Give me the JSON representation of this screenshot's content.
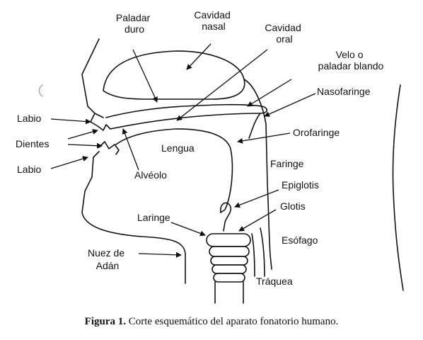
{
  "labels": {
    "paladar_duro": [
      "Paladar",
      "duro"
    ],
    "cavidad_nasal": [
      "Cavidad",
      "nasal"
    ],
    "cavidad_oral": [
      "Cavidad",
      "oral"
    ],
    "velo": [
      "Velo o",
      "paladar blando"
    ],
    "nasofaringe": "Nasofaringe",
    "labio_superior": "Labio",
    "dientes": "Dientes",
    "labio_inferior": "Labio",
    "lengua": "Lengua",
    "orofaringe": "Orofaringe",
    "faringe": "Faringe",
    "alveolo": "Alvéolo",
    "epiglotis": "Epiglotis",
    "glotis": "Glotis",
    "laringe": "Laringe",
    "esofago": "Esófago",
    "nuez": [
      "Nuez de",
      "Adán"
    ],
    "traquea": "Tráquea"
  },
  "caption": {
    "label": "Figura 1.",
    "text": " Corte esquemático del aparato fonatorio humano."
  }
}
